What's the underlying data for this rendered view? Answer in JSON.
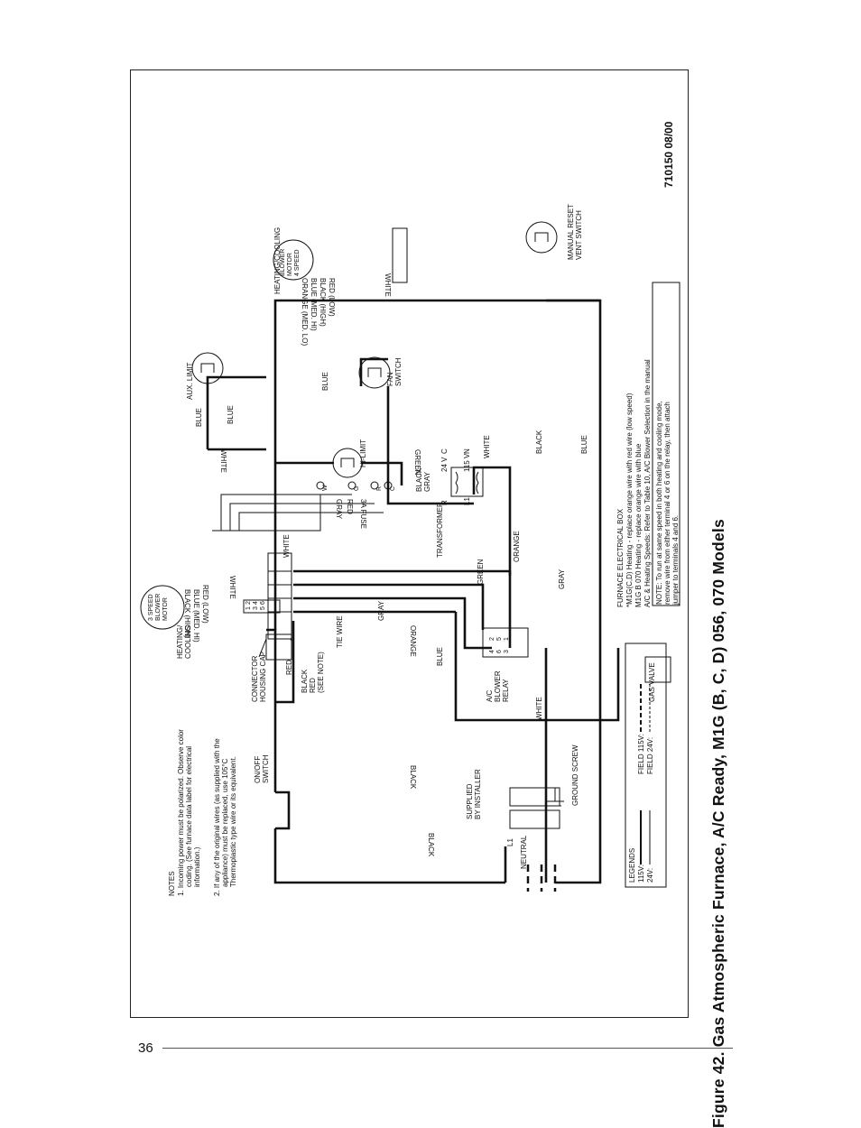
{
  "page": {
    "number": "36",
    "figure_title": "Figure 42. Gas Atmospheric Furnace, A/C Ready, M1G (B, C, D) 056, 070 Models",
    "doc_code": "710150 08/00"
  },
  "notes": {
    "heading": "NOTES",
    "note1_l1": "1. Incoming power must be polarized. Observe color",
    "note1_l2": "coding. (See furnace data label for electrical",
    "note1_l3": "information.)",
    "note2_l1": "2. If any of the original wires (as supplied with the",
    "note2_l2": "appliance) must be replaced, use 105°C",
    "note2_l3": "Thermoplastic type wire or its equivalent."
  },
  "legends": {
    "title": "LEGENDS",
    "field_115v": "FIELD 115V:",
    "field_24v": "FIELD 24V:",
    "v115": "115V:",
    "v24": "24V:"
  },
  "components": {
    "blower_3speed": "3 SPEED BLOWER MOTOR",
    "blower_3speed_l1": "3 SPEED",
    "blower_3speed_l2": "BLOWER",
    "blower_3speed_l3": "MOTOR",
    "heating_cooling": "HEATING/ COOLING",
    "hc_l1": "HEATING/",
    "hc_l2": "COOLING",
    "blower_4speed_l1": "BLOWER",
    "blower_4speed_l2": "MOTOR",
    "blower_4speed_l3": "4 SPEED",
    "heating_cooling_top": "HEATING/COOLING",
    "connector_l1": "CONNECTOR",
    "connector_l2": "HOUSING CAP",
    "onoff_l1": "ON/OFF",
    "onoff_l2": "SWITCH",
    "supplied_l1": "SUPPLIED",
    "supplied_l2": "BY INSTALLER",
    "ground_screw": "GROUND SCREW",
    "ac_relay_l1": "A/C",
    "ac_relay_l2": "BLOWER",
    "ac_relay_l3": "RELAY",
    "transformer": "TRANSFORMER",
    "fuse": "3A FUSE",
    "hi_limit": "HI-LIMIT",
    "aux_limit": "AUX. LIMIT",
    "fan_l1": "FAN",
    "fan_l2": "SWITCH",
    "manual_l1": "MANUAL RESET",
    "manual_l2": "VENT SWITCH",
    "gas_valve": "GAS VALVE",
    "electrical_box": "FURNACE ELECTRICAL BOX",
    "tie_wire": "TIE WIRE",
    "see_note": "(SEE NOTE)",
    "l1": "L1",
    "neutral": "NEUTRAL",
    "v24_label": "24 V",
    "v115_label": "115 V",
    "c": "C",
    "r": "R",
    "n": "N",
    "star": "*"
  },
  "terminals": {
    "t1": "1",
    "t2": "2",
    "t3": "3",
    "t4": "4",
    "t5": "5",
    "t6": "6",
    "W": "W",
    "G": "G",
    "R": "R",
    "C": "C"
  },
  "wires": {
    "white": "WHITE",
    "red_low": "RED (LOW)",
    "blue_medhi": "BLUE (MED. HI)",
    "black_high": "BLACK (HIGH)",
    "orange_medlo": "ORANGE (MED. LO)",
    "red": "RED",
    "black": "BLACK",
    "blue": "BLUE",
    "gray": "GRAY",
    "green": "GREEN",
    "orange": "ORANGE"
  },
  "footnote": {
    "l1": "*M1G(C,D) Heating - replace orange wire with red wire (low speed)",
    "l2": "M1G B 070 Heating - replace orange wire with blue",
    "l3": "A/C & Heating Speeds: Refer to Table 10, A/C Blower Selection in the manual",
    "box_l1": "NOTE: To run at same speed in both heating and cooling mode,",
    "box_l2": "remove wire from either terminal 4 or 6 on the relay, then attach",
    "box_l3": "jumper to terminals 4 and 6."
  }
}
